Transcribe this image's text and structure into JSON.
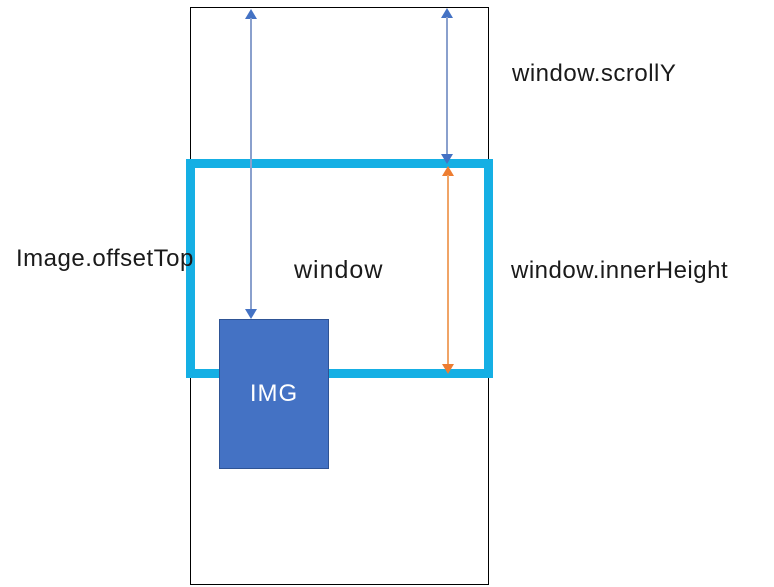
{
  "diagram": {
    "labels": {
      "scroll_y": "window.scrollY",
      "offset_top": "Image.offsetTop",
      "window": "window",
      "inner_height": "window.innerHeight",
      "img": "IMG"
    },
    "colors": {
      "document_border": "#000000",
      "viewport_border": "#15AFE4",
      "img_fill": "#4472C4",
      "img_border": "#2E5395",
      "blue_arrow": "#4472C4",
      "blue_arrow_shaft": "#8AA0CD",
      "orange_arrow": "#ED7D31",
      "orange_arrow_shaft": "#F0A467",
      "label_text": "#1A1A1A",
      "img_label_text": "#FFFFFF",
      "background": "#FFFFFF"
    }
  }
}
